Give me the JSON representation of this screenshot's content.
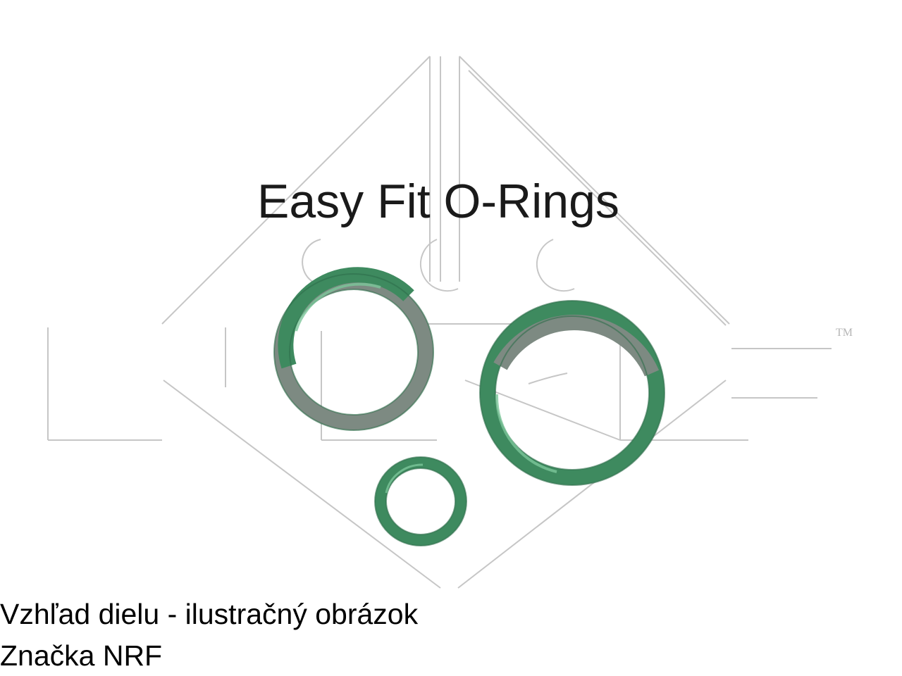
{
  "illustration": {
    "title": "Easy Fit O-Rings",
    "watermark_tm": "TM",
    "ring_color": "#3e8a5f",
    "ring_highlight": "#7cc69a",
    "ring_shadow": "#7d8a82",
    "watermark_color": "#c6c6c6"
  },
  "captions": {
    "view": "Vzhľad dielu - ilustračný obrázok",
    "brand": "Značka NRF"
  }
}
